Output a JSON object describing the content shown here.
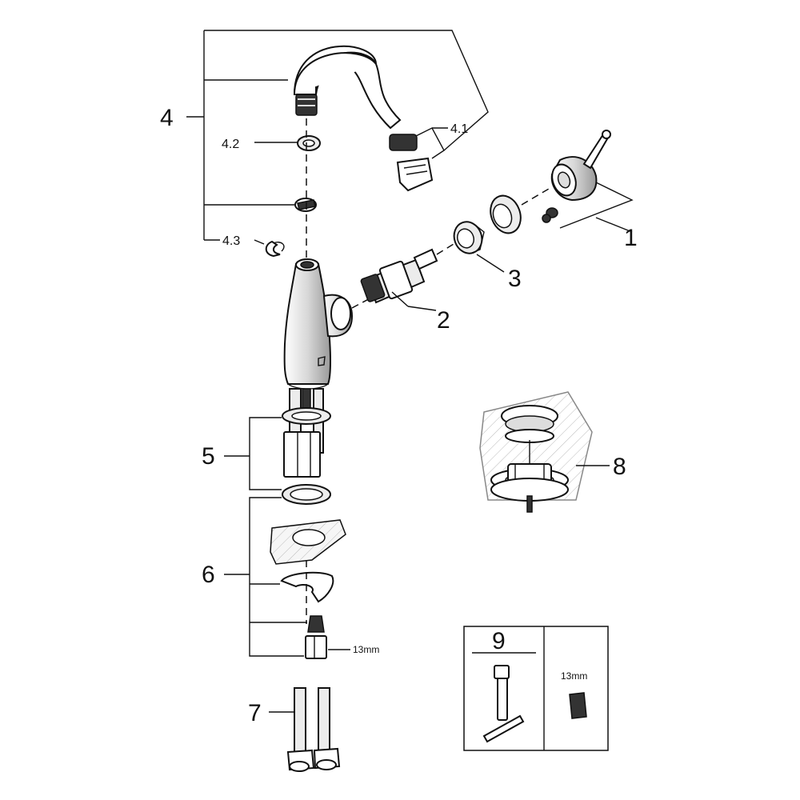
{
  "labels": {
    "p1": "1",
    "p2": "2",
    "p3": "3",
    "p4": "4",
    "p4_1": "4.1",
    "p4_2": "4.2",
    "p4_3": "4.3",
    "p5": "5",
    "p6": "6",
    "p7": "7",
    "p8": "8",
    "p9": "9",
    "size_13mm_nut": "13mm",
    "size_13mm_box": "13mm"
  }
}
